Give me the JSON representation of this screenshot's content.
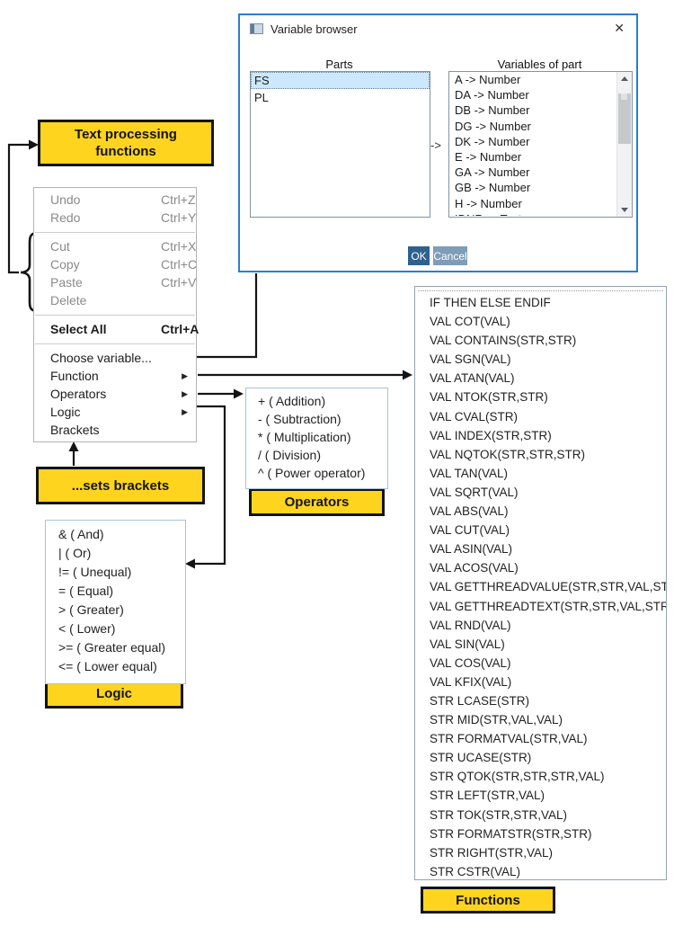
{
  "dialog": {
    "title": "Variable browser",
    "close_glyph": "✕",
    "parts_label": "Parts",
    "variables_label": "Variables of part",
    "transfer_arrow": "->",
    "parts": [
      "FS",
      "PL"
    ],
    "variables": [
      "A -> Number",
      "DA -> Number",
      "DB -> Number",
      "DG -> Number",
      "DK -> Number",
      "E -> Number",
      "GA -> Number",
      "GB -> Number",
      "H -> Number"
    ],
    "variables_clipped": "IDNR -> Text",
    "ok_label": "OK",
    "cancel_label": "Cancel"
  },
  "annotations": {
    "text_processing": "Text processing functions",
    "sets_brackets": "...sets brackets",
    "operators": "Operators",
    "logic": "Logic",
    "functions": "Functions"
  },
  "context_menu": {
    "submenu_arrow": "▶",
    "items": [
      {
        "label": "Undo",
        "shortcut": "Ctrl+Z",
        "state": "disabled"
      },
      {
        "label": "Redo",
        "shortcut": "Ctrl+Y",
        "state": "disabled"
      },
      {
        "type": "separator"
      },
      {
        "label": "Cut",
        "shortcut": "Ctrl+X",
        "state": "disabled"
      },
      {
        "label": "Copy",
        "shortcut": "Ctrl+C",
        "state": "disabled"
      },
      {
        "label": "Paste",
        "shortcut": "Ctrl+V",
        "state": "disabled"
      },
      {
        "label": "Delete",
        "shortcut": "",
        "state": "disabled"
      },
      {
        "type": "separator"
      },
      {
        "label": "Select All",
        "shortcut": "Ctrl+A",
        "state": "enabled"
      },
      {
        "type": "separator"
      },
      {
        "label": "Choose variable...",
        "shortcut": "",
        "state": "enabled"
      },
      {
        "label": "Function",
        "submenu": true,
        "state": "enabled"
      },
      {
        "label": "Operators",
        "submenu": true,
        "state": "enabled"
      },
      {
        "label": "Logic",
        "submenu": true,
        "state": "enabled"
      },
      {
        "label": "Brackets",
        "shortcut": "",
        "state": "enabled"
      }
    ]
  },
  "operators_menu": [
    "+ ( Addition)",
    "- ( Subtraction)",
    "* ( Multiplication)",
    "/ ( Division)",
    "^ ( Power operator)"
  ],
  "logic_menu": [
    "& ( And)",
    "| ( Or)",
    "!= ( Unequal)",
    "= ( Equal)",
    "> ( Greater)",
    "< ( Lower)",
    ">= ( Greater equal)",
    "<= ( Lower equal)"
  ],
  "functions_menu": [
    "IF THEN ELSE ENDIF",
    "VAL COT(VAL)",
    "VAL CONTAINS(STR,STR)",
    "VAL SGN(VAL)",
    "VAL ATAN(VAL)",
    "VAL NTOK(STR,STR)",
    "VAL CVAL(STR)",
    "VAL INDEX(STR,STR)",
    "VAL NQTOK(STR,STR,STR)",
    "VAL TAN(VAL)",
    "VAL SQRT(VAL)",
    "VAL ABS(VAL)",
    "VAL CUT(VAL)",
    "VAL ASIN(VAL)",
    "VAL ACOS(VAL)",
    "VAL GETTHREADVALUE(STR,STR,VAL,STR)",
    "VAL GETTHREADTEXT(STR,STR,VAL,STR)",
    "VAL RND(VAL)",
    "VAL SIN(VAL)",
    "VAL COS(VAL)",
    "VAL KFIX(VAL)",
    "STR LCASE(STR)",
    "STR MID(STR,VAL,VAL)",
    "STR FORMATVAL(STR,VAL)",
    "STR UCASE(STR)",
    "STR QTOK(STR,STR,STR,VAL)",
    "STR LEFT(STR,VAL)",
    "STR TOK(STR,STR,VAL)",
    "STR FORMATSTR(STR,STR)",
    "STR RIGHT(STR,VAL)",
    "STR CSTR(VAL)"
  ],
  "colors": {
    "annotation_yellow": "#ffd41e",
    "dialog_border_blue": "#2a7dd2",
    "ok_button_blue": "#30618d",
    "cancel_button_blue": "#7f9cb8",
    "selected_row_blue": "#cbe8ff"
  }
}
